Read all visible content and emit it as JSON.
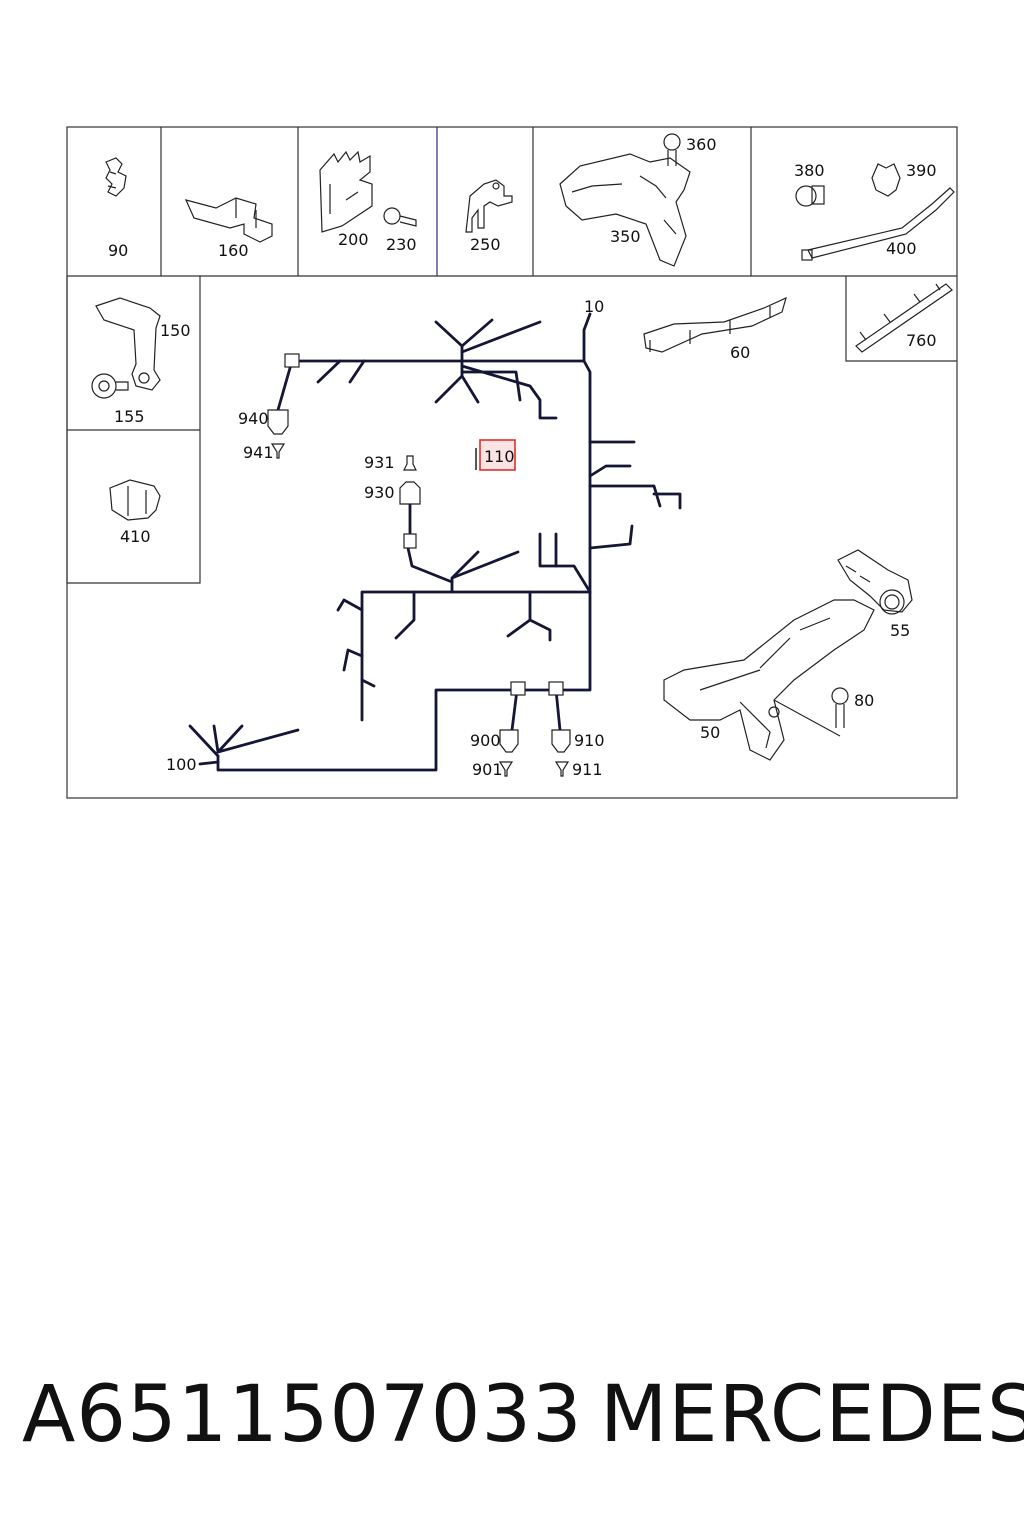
{
  "diagram": {
    "labels": {
      "l90": "90",
      "l160": "160",
      "l200": "200",
      "l230": "230",
      "l250": "250",
      "l350": "350",
      "l360": "360",
      "l380": "380",
      "l390": "390",
      "l400": "400",
      "l150": "150",
      "l155": "155",
      "l410": "410",
      "l10": "10",
      "l60": "60",
      "l760": "760",
      "l940": "940",
      "l941": "941",
      "l931": "931",
      "l930": "930",
      "l110": "110",
      "l55": "55",
      "l80": "80",
      "l50": "50",
      "l100": "100",
      "l900": "900",
      "l901": "901",
      "l910": "910",
      "l911": "911"
    },
    "colors": {
      "highlight": "#e03030",
      "highlight_fill": "#f7d0d0",
      "wire": "#151535"
    }
  },
  "caption": {
    "part_number": "A6511507033",
    "brand": "MERCEDES"
  }
}
